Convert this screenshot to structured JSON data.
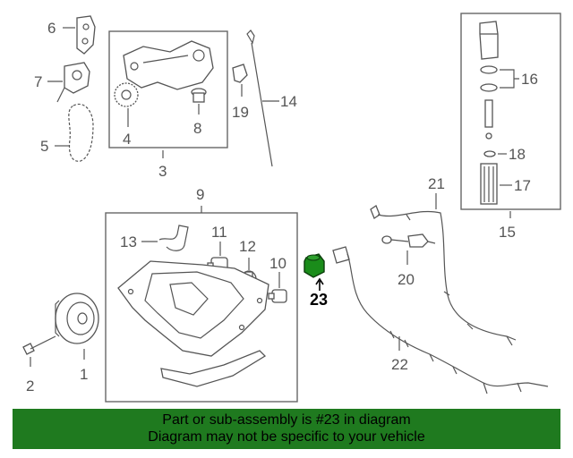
{
  "colors": {
    "highlight": "#1a8c1a",
    "banner": "#1f7a1f",
    "line": "#555555"
  },
  "callouts": {
    "c1": "1",
    "c2": "2",
    "c3": "3",
    "c4": "4",
    "c5": "5",
    "c6": "6",
    "c7": "7",
    "c8": "8",
    "c9": "9",
    "c10": "10",
    "c11": "11",
    "c12": "12",
    "c13": "13",
    "c14": "14",
    "c15": "15",
    "c16": "16",
    "c17": "17",
    "c18": "18",
    "c19": "19",
    "c20": "20",
    "c21": "21",
    "c22": "22",
    "c23": "23"
  },
  "banner": {
    "line1": "Part or sub-assembly is #23 in diagram",
    "line2": "Diagram may not be specific to your vehicle"
  }
}
